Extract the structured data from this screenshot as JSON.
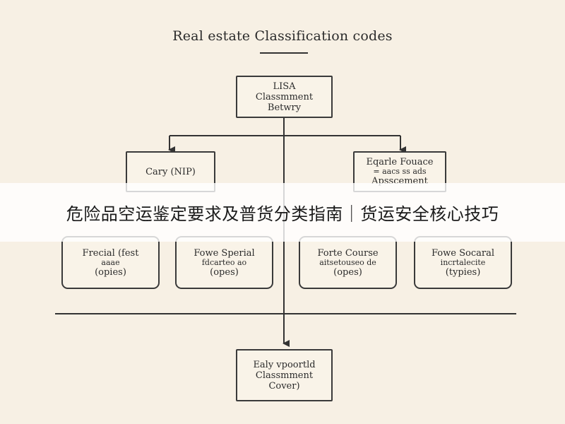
{
  "title": "Real estate Classification codes",
  "top_box": [
    "LISA",
    "Classmment",
    "Betwry"
  ],
  "mid_left_box": [
    "Cary (NIP)"
  ],
  "mid_right_box": [
    "Eqarle Fouace",
    "= aacs ss ads",
    "Apsscement"
  ],
  "leaf_boxes": [
    [
      "Frecial (fest",
      "aaae",
      "(opies)"
    ],
    [
      "Fowe Sperial",
      "fdcarteo ao",
      "(opes)"
    ],
    [
      "Forte Course",
      "aitsetouseo de",
      "(opes)"
    ],
    [
      "Fowe Socaral",
      "incrtalecite",
      "(typies)"
    ]
  ],
  "bottom_box": [
    "Ealy vpoortld",
    "Classmment",
    "Cover)"
  ],
  "banner_text": "危险品空运鉴定要求及普货分类指南｜货运安全核心技巧"
}
